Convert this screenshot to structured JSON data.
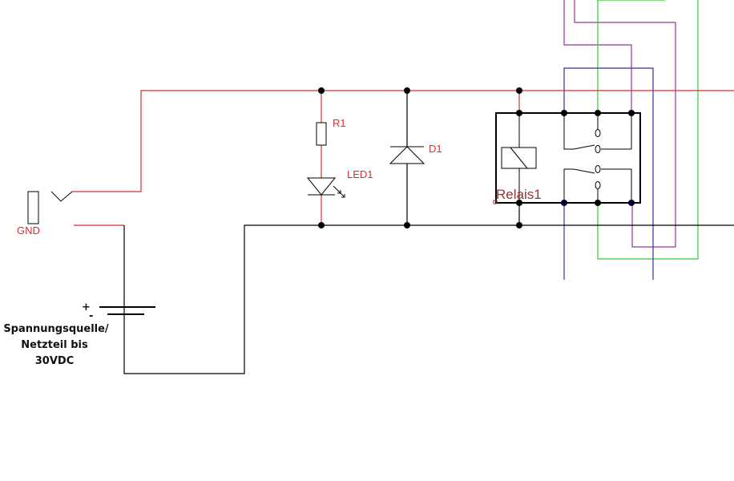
{
  "labels": {
    "gnd": "GND",
    "r1": "R1",
    "led1": "LED1",
    "d1": "D1",
    "relay": "Relais1",
    "battery_plus": "+",
    "battery_minus": "-",
    "source_line1": "Spannungsquelle/",
    "source_line2": "Netzteil bis",
    "source_line3": "30VDC"
  },
  "colors": {
    "background": "#ffffff",
    "wire_positive": "#cc3333",
    "wire_ground": "#000000",
    "wire_blue": "#333399",
    "wire_purple": "#993399",
    "wire_green": "#33cc33",
    "component": "#000000",
    "label_red": "#cc3333",
    "label_relay": "#993333"
  }
}
